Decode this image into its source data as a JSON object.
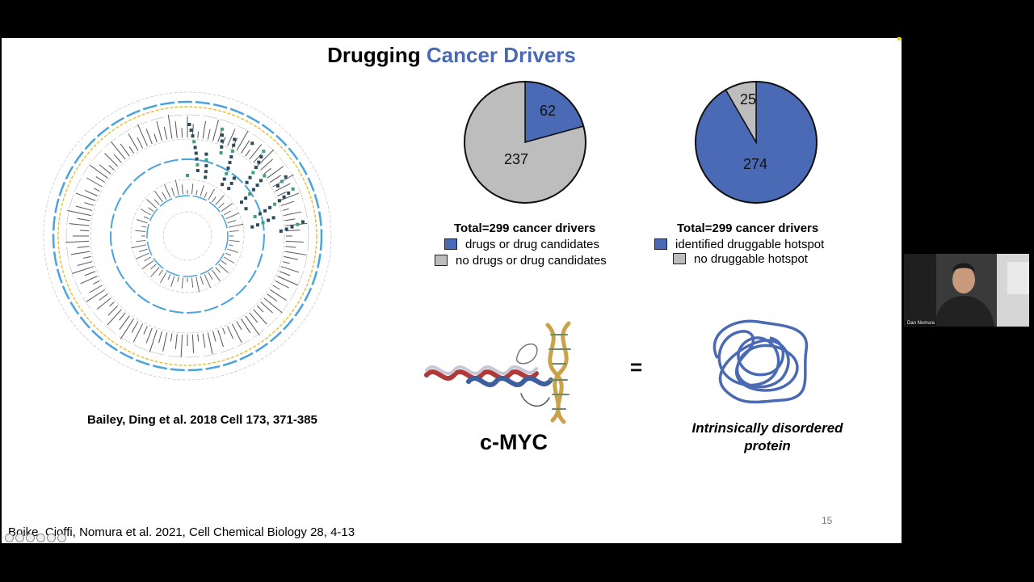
{
  "slide": {
    "title_part1": "Drugging",
    "title_part2": "Cancer Drivers",
    "citation_left": "Bailey, Ding et al. 2018 Cell 173, 371-385",
    "citation_bottom": "Boike, Cioffi, Nomura et al. 2021, Cell Chemical Biology 28, 4-13",
    "page_number": "15",
    "cmyc_label": "c-MYC",
    "equals": "=",
    "idp_line1": "Intrinsically disordered",
    "idp_line2": "protein",
    "accent_color": "#4a6ab5",
    "gray_color": "#bdbdbd"
  },
  "chart_data": [
    {
      "type": "pie",
      "title": "Total=299 cancer drivers",
      "labels": [
        "drugs or drug candidates",
        "no drugs or drug candidates"
      ],
      "values": [
        62,
        237
      ],
      "colors": [
        "#4a6ab5",
        "#bdbdbd"
      ]
    },
    {
      "type": "pie",
      "title": "Total=299 cancer drivers",
      "labels": [
        "identified druggable hotspot",
        "no druggable hotspot"
      ],
      "values": [
        274,
        25
      ],
      "colors": [
        "#4a6ab5",
        "#bdbdbd"
      ]
    }
  ],
  "participant": {
    "name": "Dan Nomura"
  }
}
